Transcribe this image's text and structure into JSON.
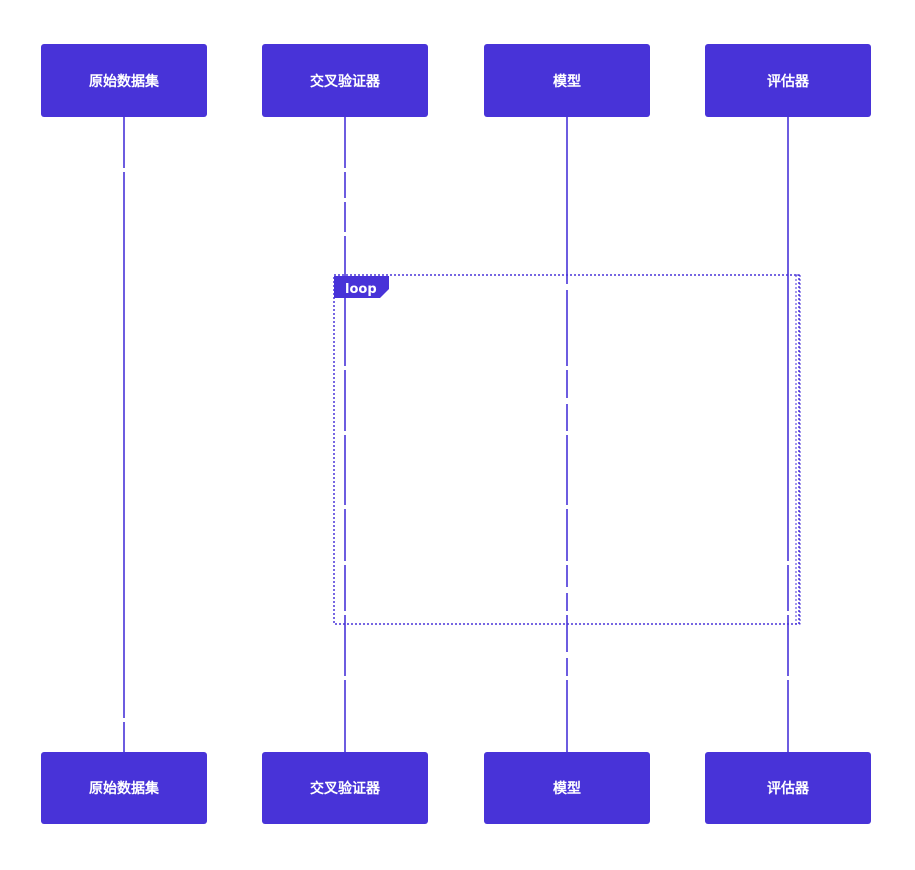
{
  "diagram": {
    "type": "sequence",
    "colors": {
      "actor_fill": "#4833d8",
      "lifeline": "#4833d8",
      "frame_border": "#4833d8",
      "text": "#ffffff",
      "background": "#ffffff"
    },
    "participants": [
      {
        "id": "p1",
        "label": "原始数据集"
      },
      {
        "id": "p2",
        "label": "交叉验证器"
      },
      {
        "id": "p3",
        "label": "模型"
      },
      {
        "id": "p4",
        "label": "评估器"
      }
    ],
    "loop": {
      "label": "loop"
    }
  }
}
